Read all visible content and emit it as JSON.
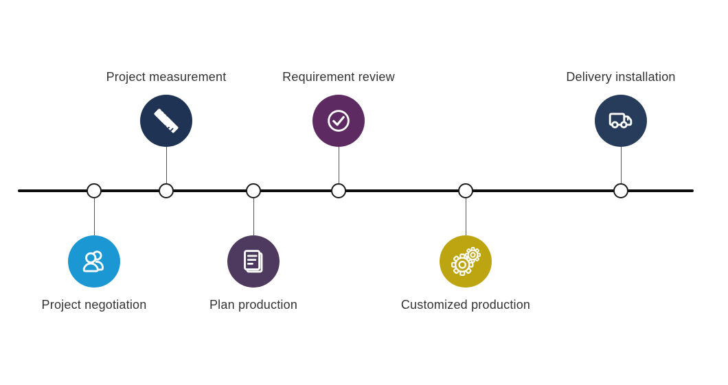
{
  "timeline": {
    "line_color": "#0d0d0d",
    "connector_color": "#555555",
    "node_fill": "#ffffff",
    "node_border": "#1a1a1a",
    "label_color": "#333333",
    "milestones": [
      {
        "label": "Project negotiation",
        "side": "below",
        "icon": "users-icon",
        "color": "#1b97d3"
      },
      {
        "label": "Project measurement",
        "side": "above",
        "icon": "ruler-pencil-icon",
        "color": "#1f3354"
      },
      {
        "label": "Plan production",
        "side": "below",
        "icon": "document-icon",
        "color": "#4e3a5e"
      },
      {
        "label": "Requirement review",
        "side": "above",
        "icon": "check-circle-icon",
        "color": "#5d2b62"
      },
      {
        "label": "Customized production",
        "side": "below",
        "icon": "gears-icon",
        "color": "#bda512"
      },
      {
        "label": "Delivery installation",
        "side": "above",
        "icon": "truck-icon",
        "color": "#273b5b"
      }
    ]
  }
}
